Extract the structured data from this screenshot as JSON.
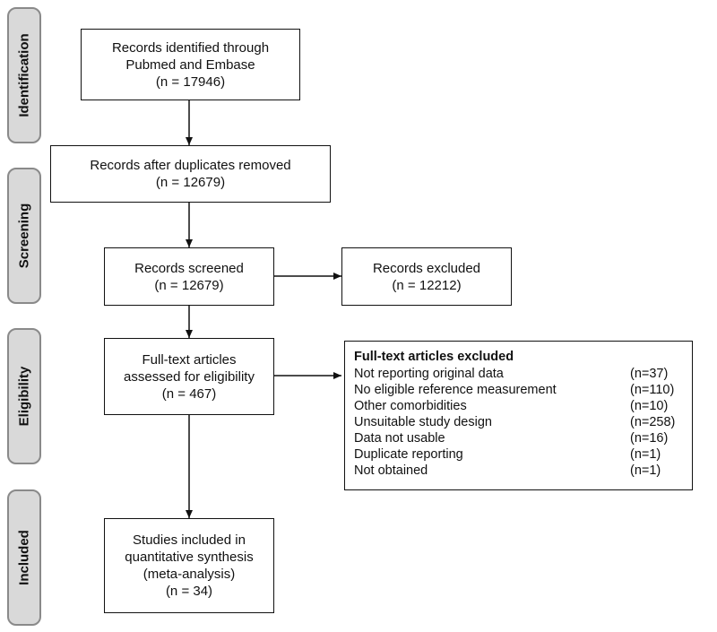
{
  "phases": {
    "identification": "Identification",
    "screening": "Screening",
    "eligibility": "Eligibility",
    "included": "Included"
  },
  "boxes": {
    "identified": {
      "lines": [
        "Records identified  through",
        "Pubmed and Embase",
        "(n =  17946)"
      ]
    },
    "after_duplicates": {
      "lines": [
        "Records after duplicates removed",
        "(n = 12679)"
      ]
    },
    "screened": {
      "lines": [
        "Records screened",
        "(n = 12679)"
      ]
    },
    "excluded_records": {
      "lines": [
        "Records excluded",
        "(n = 12212)"
      ]
    },
    "full_text": {
      "lines": [
        "Full-text articles",
        "assessed for eligibility",
        "(n = 467)"
      ]
    },
    "included": {
      "lines": [
        "Studies included in",
        "quantitative synthesis",
        "(meta-analysis)",
        "(n = 34)"
      ]
    }
  },
  "full_text_excluded": {
    "title": "Full-text articles excluded",
    "reasons": [
      {
        "reason": "Not reporting original data",
        "count": "(n=37)"
      },
      {
        "reason": "No eligible  reference measurement",
        "count": "(n=110)"
      },
      {
        "reason": "Other comorbidities",
        "count": "(n=10)"
      },
      {
        "reason": "Unsuitable study design",
        "count": "(n=258)"
      },
      {
        "reason": "Data not usable",
        "count": "(n=16)"
      },
      {
        "reason": "Duplicate reporting",
        "count": "(n=1)"
      },
      {
        "reason": "Not obtained",
        "count": "(n=1)"
      }
    ]
  }
}
